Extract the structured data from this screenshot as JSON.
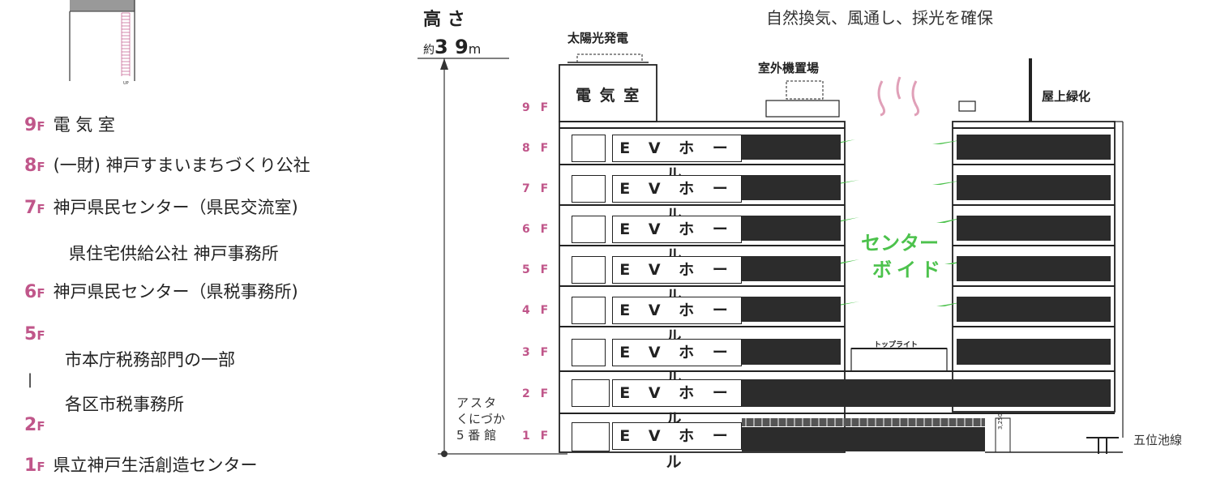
{
  "legend": {
    "f9": {
      "num": "9",
      "f": "F",
      "text": "電 気 室"
    },
    "f8": {
      "num": "8",
      "f": "F",
      "text": "(一財) 神戸すまいまちづくり公社"
    },
    "f7": {
      "num": "7",
      "f": "F",
      "text": "神戸県民センター（県民交流室)",
      "text2": "県住宅供給公社 神戸事務所"
    },
    "f6": {
      "num": "6",
      "f": "F",
      "text": "神戸県民センター（県税事務所)"
    },
    "f5": {
      "num": "5",
      "f": "F",
      "text": "市本庁税務部門の一部"
    },
    "dash": "|",
    "f2": {
      "num": "2",
      "f": "F",
      "text": "各区市税事務所"
    },
    "f1": {
      "num": "1",
      "f": "F",
      "text": "県立神戸生活創造センター"
    },
    "up_label": "UP"
  },
  "height": {
    "label": "高 さ",
    "prefix": "約",
    "value": "3 9",
    "unit": "m"
  },
  "top_caption": "自然換気、風通し、採光を確保",
  "labels": {
    "solar": "太陽光発電",
    "outdoor_units": "室外機置場",
    "rooftop_green": "屋上緑化",
    "electric_room": "電 気 室",
    "center_void_1": "センター",
    "center_void_2": "ボイド",
    "toplight": "トップライト",
    "neighbor_1": "アスタ",
    "neighbor_2": "くにづか",
    "neighbor_3": "5 番 館",
    "line": "五位池線",
    "dim": "3,250"
  },
  "floors": [
    "9 F",
    "8 F",
    "7 F",
    "6 F",
    "5 F",
    "4 F",
    "3 F",
    "2 F",
    "1 F"
  ],
  "ev_label": "E V ホ ー ル",
  "colors": {
    "accent": "#c0568a",
    "green": "#4cc24c",
    "dark": "#2c2c2c",
    "pink": "#e0a0b8"
  }
}
